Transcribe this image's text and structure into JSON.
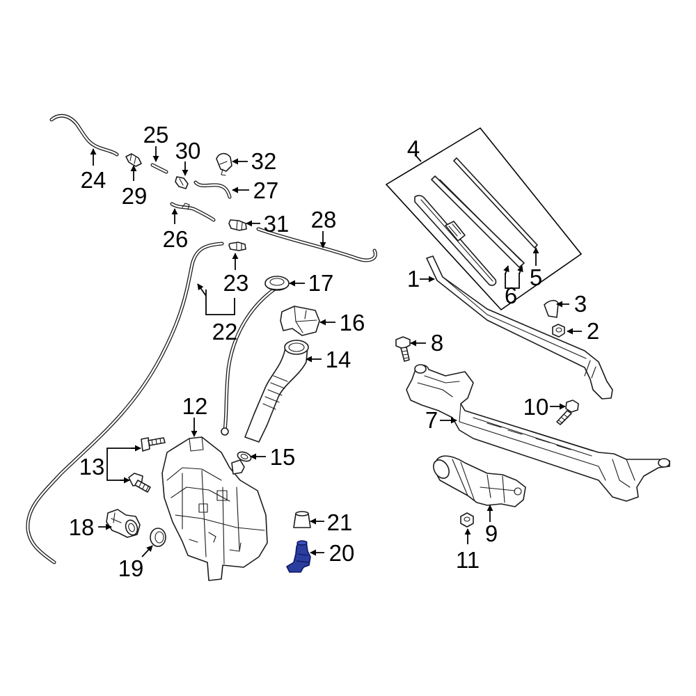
{
  "callouts": {
    "c1": "1",
    "c2": "2",
    "c3": "3",
    "c4": "4",
    "c5": "5",
    "c6": "6",
    "c7": "7",
    "c8": "8",
    "c9": "9",
    "c10": "10",
    "c11": "11",
    "c12": "12",
    "c13": "13",
    "c14": "14",
    "c15": "15",
    "c16": "16",
    "c17": "17",
    "c18": "18",
    "c19": "19",
    "c20": "20",
    "c21": "21",
    "c22": "22",
    "c23": "23",
    "c24": "24",
    "c25": "25",
    "c26": "26",
    "c27": "27",
    "c28": "28",
    "c29": "29",
    "c30": "30",
    "c31": "31",
    "c32": "32"
  },
  "highlighted_part": "20",
  "colors": {
    "line": "#1a1a1a",
    "highlight_fill": "#2b3d9e",
    "highlight_stroke": "#0b1660",
    "background": "#ffffff"
  }
}
